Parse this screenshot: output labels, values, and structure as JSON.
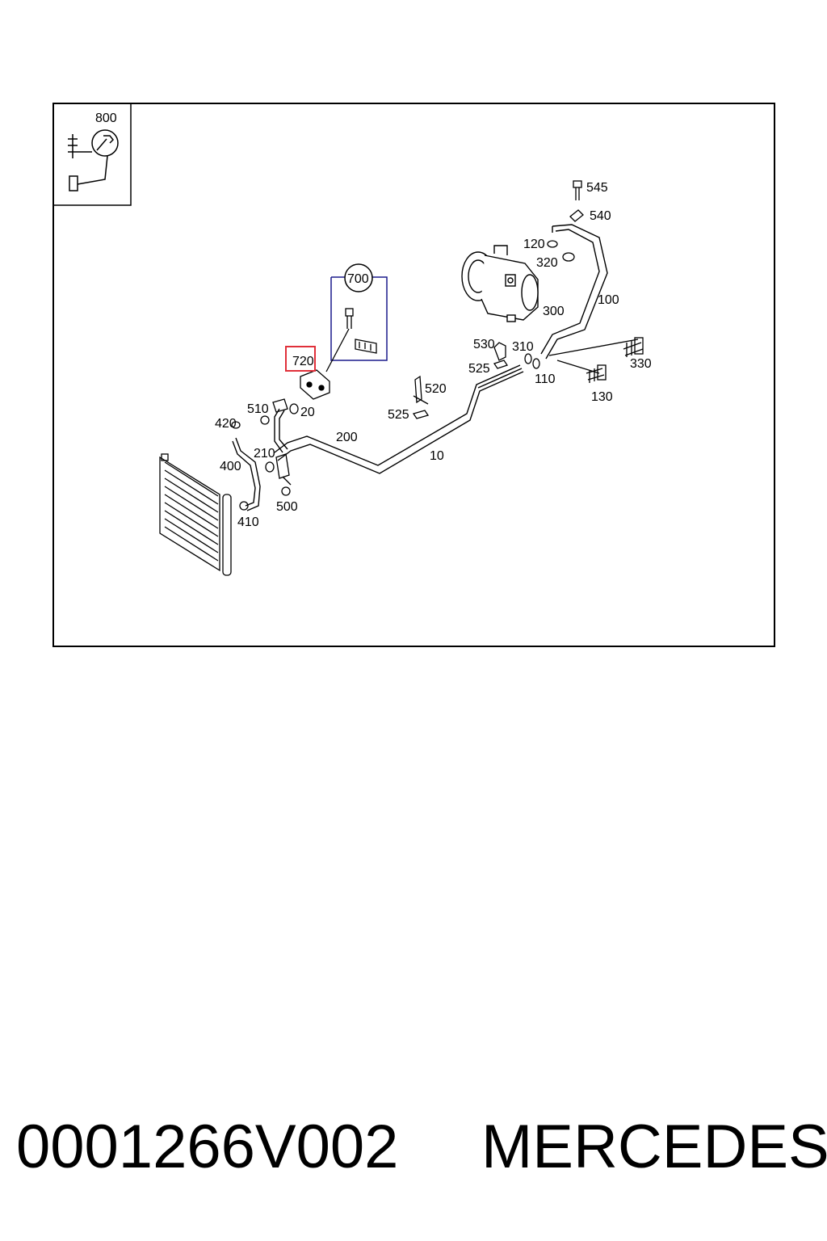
{
  "diagram": {
    "callouts": {
      "c800": "800",
      "c700": "700",
      "c720": "720",
      "c545": "545",
      "c540": "540",
      "c120": "120",
      "c320": "320",
      "c100": "100",
      "c300": "300",
      "c530": "530",
      "c310": "310",
      "c525a": "525",
      "c110": "110",
      "c330": "330",
      "c130": "130",
      "c520": "520",
      "c525b": "525",
      "c510": "510",
      "c20": "20",
      "c420": "420",
      "c200": "200",
      "c210": "210",
      "c10": "10",
      "c400": "400",
      "c500": "500",
      "c410": "410"
    },
    "highlight_color": "#e0303a"
  },
  "footer": {
    "part_number": "0001266V002",
    "brand": "MERCEDES"
  }
}
